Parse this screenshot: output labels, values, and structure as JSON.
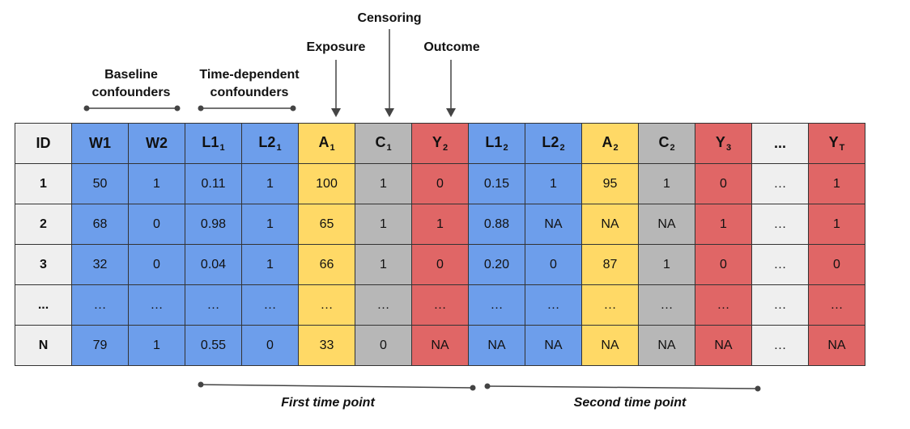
{
  "labels": {
    "baseline": "Baseline confounders",
    "time_dependent": "Time-dependent confounders",
    "exposure": "Exposure",
    "censoring": "Censoring",
    "outcome": "Outcome",
    "first_time_point": "First time point",
    "second_time_point": "Second time point"
  },
  "colors": {
    "id": "#efefef",
    "confounder": "#6d9eeb",
    "exposure": "#ffd966",
    "censoring": "#b7b7b7",
    "outcome": "#e06666",
    "ellipsis": "#efefef"
  },
  "table": {
    "headers": [
      {
        "base": "ID",
        "sub": "",
        "color": "id"
      },
      {
        "base": "W1",
        "sub": "",
        "color": "confounder"
      },
      {
        "base": "W2",
        "sub": "",
        "color": "confounder"
      },
      {
        "base": "L1",
        "sub": "1",
        "color": "confounder"
      },
      {
        "base": "L2",
        "sub": "1",
        "color": "confounder"
      },
      {
        "base": "A",
        "sub": "1",
        "color": "exposure"
      },
      {
        "base": "C",
        "sub": "1",
        "color": "censoring"
      },
      {
        "base": "Y",
        "sub": "2",
        "color": "outcome"
      },
      {
        "base": "L1",
        "sub": "2",
        "color": "confounder"
      },
      {
        "base": "L2",
        "sub": "2",
        "color": "confounder"
      },
      {
        "base": "A",
        "sub": "2",
        "color": "exposure"
      },
      {
        "base": "C",
        "sub": "2",
        "color": "censoring"
      },
      {
        "base": "Y",
        "sub": "3",
        "color": "outcome"
      },
      {
        "base": "...",
        "sub": "",
        "color": "ellipsis"
      },
      {
        "base": "Y",
        "sub": "T",
        "color": "outcome"
      }
    ],
    "rows": [
      [
        "1",
        "50",
        "1",
        "0.11",
        "1",
        "100",
        "1",
        "0",
        "0.15",
        "1",
        "95",
        "1",
        "0",
        "…",
        "1"
      ],
      [
        "2",
        "68",
        "0",
        "0.98",
        "1",
        "65",
        "1",
        "1",
        "0.88",
        "NA",
        "NA",
        "NA",
        "1",
        "…",
        "1"
      ],
      [
        "3",
        "32",
        "0",
        "0.04",
        "1",
        "66",
        "1",
        "0",
        "0.20",
        "0",
        "87",
        "1",
        "0",
        "…",
        "0"
      ],
      [
        "...",
        "…",
        "…",
        "…",
        "…",
        "…",
        "…",
        "…",
        "…",
        "…",
        "…",
        "…",
        "…",
        "…",
        "…"
      ],
      [
        "N",
        "79",
        "1",
        "0.55",
        "0",
        "33",
        "0",
        "NA",
        "NA",
        "NA",
        "NA",
        "NA",
        "NA",
        "…",
        "NA"
      ]
    ]
  }
}
